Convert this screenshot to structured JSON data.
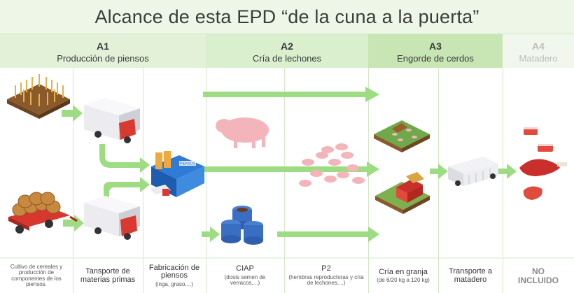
{
  "title": "Alcance de esta EPD “de la cuna a la puerta”",
  "phases": [
    {
      "code": "A1",
      "label": "Producción de piensos",
      "bg": "#e3f1d9"
    },
    {
      "code": "A2",
      "label": "Cría de lechones",
      "bg": "#d9efcd"
    },
    {
      "code": "A3",
      "label": "Engorde de cerdos",
      "bg": "#c8e6b3"
    },
    {
      "code": "A4",
      "label": "Matadero",
      "bg": "#f2f7ee",
      "muted": true
    }
  ],
  "steps": [
    {
      "name": "Cultivo de cereales y producción de componentes de los piensos."
    },
    {
      "name": "Tansporte de materias primas"
    },
    {
      "name": "Fabricación de piensos",
      "note": "(inga, graso,...)"
    },
    {
      "name": "CIAP",
      "note": "(dosis semen de verracos,...)"
    },
    {
      "name": "P2",
      "note": "(hembras reproductoras y cría de lechones,...)"
    },
    {
      "name": "Cría en granja",
      "note": "(de 6/20 kg a 120 kg)"
    },
    {
      "name": "Transporte a matadero"
    },
    {
      "name": "NO INCLUIDO"
    }
  ],
  "factory_sign": "PIENSOS",
  "colors": {
    "arrow": "#9ddc82",
    "pig": "#f4b5ba",
    "meat": "#e04b3c",
    "truck_cab": "#d93a2f"
  }
}
